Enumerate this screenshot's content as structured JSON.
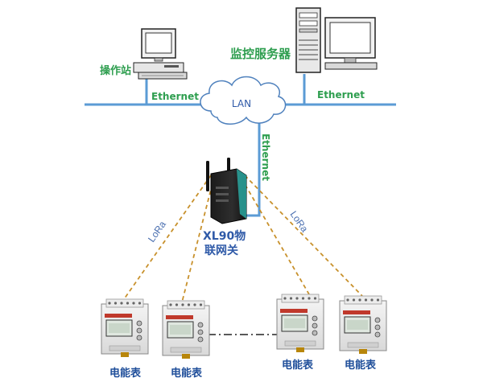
{
  "labels": {
    "operator_station": "操作站",
    "monitor_server": "监控服务器",
    "lan": "LAN",
    "ethernet_left": "Ethernet",
    "ethernet_right": "Ethernet",
    "ethernet_vertical": "Ethernet",
    "lora_left": "LoRa",
    "lora_right": "LoRa",
    "gateway_line1": "XL90物",
    "gateway_line2": "联网关",
    "meters": [
      "电能表",
      "电能表",
      "电能表",
      "电能表"
    ]
  },
  "colors": {
    "network_line": "#5b9bd5",
    "lora_link": "#c8912c",
    "label_green": "#2e9e4f",
    "label_blue": "#2f5aa8",
    "gateway_accent": "#2aa7a0"
  },
  "icons": {
    "computer": "desktop-pc-icon",
    "server": "tower-server-icon",
    "cloud": "lan-cloud-icon",
    "gateway": "wireless-gateway-icon",
    "meter": "din-rail-energy-meter-icon"
  }
}
